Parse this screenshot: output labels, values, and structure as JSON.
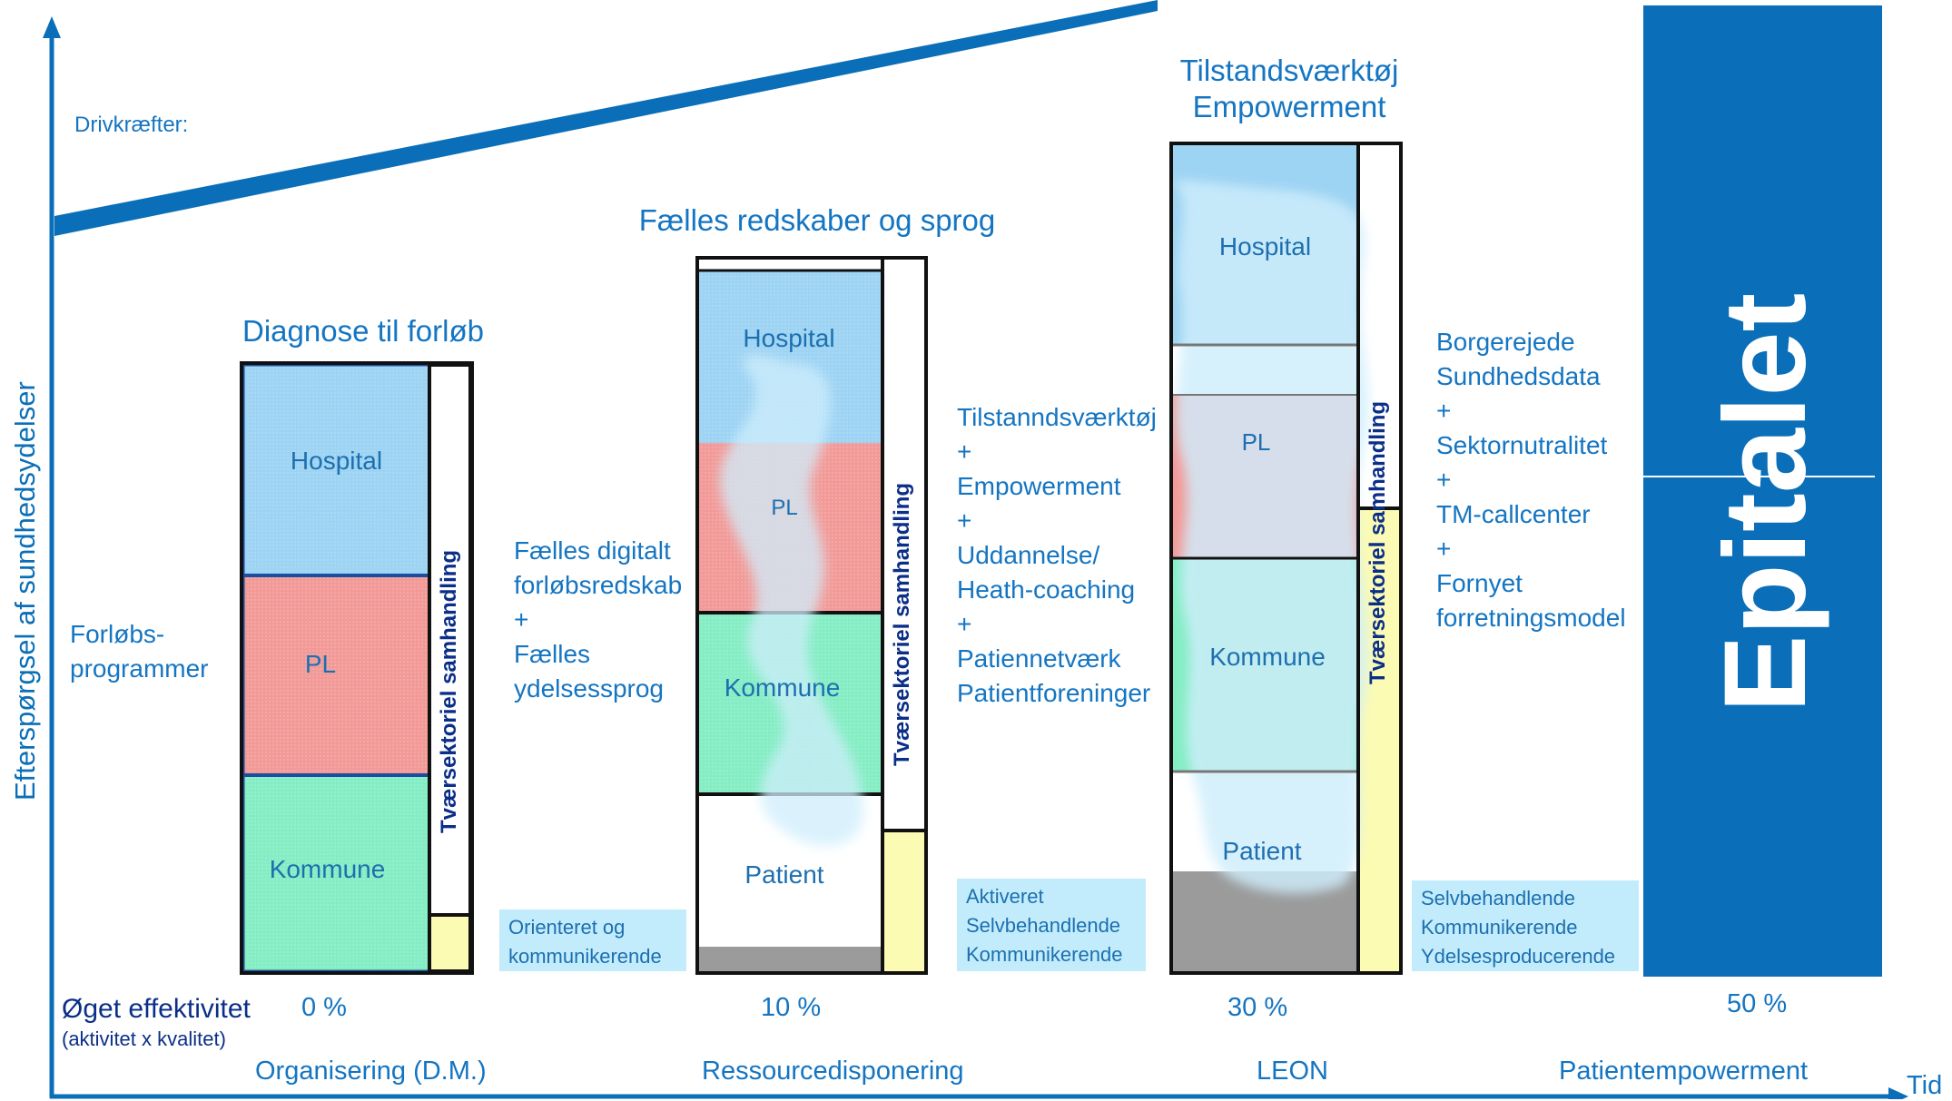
{
  "axes": {
    "y_label": "Efterspørgsel af sundhedsydelser",
    "x_label": "Tid",
    "drivers_label": "Drivkræfter:"
  },
  "row_labels": {
    "efficiency": "Øget effektivitet",
    "efficiency_note": "(aktivitet x kvalitet)"
  },
  "stages": [
    {
      "title": "Diagnose til forløb",
      "side_label": "Forløbs-\nprogrammer",
      "segments": [
        "Hospital",
        "PL",
        "Kommune"
      ],
      "vertical_label": "Tværsektoriel samhandling",
      "patient_state": "Orienteret og\nkommunikerende",
      "efficiency": "0 %",
      "phase": "Organisering (D.M.)"
    },
    {
      "title": "Fælles redskaber og sprog",
      "drivers": "Fælles digitalt\nforløbsredskab\n+\nFælles\nydelsessprog",
      "segments": [
        "Hospital",
        "PL",
        "Kommune",
        "Patient"
      ],
      "vertical_label": "Tværsektoriel samhandling",
      "patient_state": "Aktiveret\nSelvbehandlende\nKommunikerende",
      "efficiency": "10 %",
      "phase": "Ressourcedisponering"
    },
    {
      "title": "Tilstandsværktøj\nEmpowerment",
      "drivers": "Tilstanndsværktøj\n+\nEmpowerment\n+\nUddannelse/\nHeath-coaching\n+\nPatiennetværk\nPatientforeninger",
      "segments": [
        "Hospital",
        "PL",
        "Kommune",
        "Patient"
      ],
      "vertical_label": "Tværsektoriel samhandling",
      "patient_state": "Selvbehandlende\nKommunikerende\nYdelsesproducerende",
      "efficiency": "30 %",
      "phase": "LEON"
    },
    {
      "drivers": "Borgerejede\nSundhedsdata\n+\nSektornutralitet\n+\nTM-callcenter\n+\nFornyet\nforretningsmodel",
      "banner": "Epitalet",
      "efficiency": "50 %",
      "phase": "Patientempowerment"
    }
  ],
  "colors": {
    "axis": "#0a6fb8",
    "hospital": "#9dd3f3",
    "pl": "#f29a98",
    "kommune": "#84edc3",
    "patient_gray": "#9b9b9b",
    "samhandling_yellow": "#fbfbb4",
    "banner": "#0a6fb8",
    "patient_box": "#c2ecfb"
  }
}
